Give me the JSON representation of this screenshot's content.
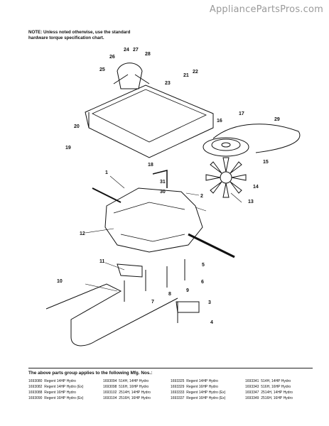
{
  "watermark": "AppliancePartsPros.com",
  "note": "NOTE: Unless noted otherwise, use the standard hardware torque specification chart.",
  "callouts": [
    "1",
    "2",
    "3",
    "4",
    "5",
    "6",
    "7",
    "8",
    "9",
    "10",
    "11",
    "12",
    "13",
    "14",
    "15",
    "16",
    "17",
    "18",
    "19",
    "20",
    "21",
    "22",
    "23",
    "24",
    "25",
    "26",
    "27",
    "28",
    "29",
    "30",
    "31"
  ],
  "applies_title": "The above parts group applies to the following Mfg. Nos.:",
  "models": [
    [
      [
        "1693080",
        "Regent 14HP Hydro"
      ],
      [
        "1693082",
        "Regent 14HP Hydro (Ex)"
      ],
      [
        "1693088",
        "Regent 16HP Hydro"
      ],
      [
        "1693090",
        "Regent 16HP Hydro (Ex)"
      ]
    ],
    [
      [
        "1693094",
        "514H, 14HP Hydro"
      ],
      [
        "1693098",
        "516H, 16HP Hydro"
      ],
      [
        "1693102",
        "2514H, 14HP Hydro"
      ],
      [
        "1693104",
        "2516H, 16HP Hydro"
      ]
    ],
    [
      [
        "1693325",
        "Regent 14HP Hydro"
      ],
      [
        "1693329",
        "Regent 16HP Hydro"
      ],
      [
        "1693333",
        "Regent 14HP Hydro (Ex)"
      ],
      [
        "1693337",
        "Regent 16HP Hydro (Ex)"
      ]
    ],
    [
      [
        "1693341",
        "514H, 14HP Hydro"
      ],
      [
        "1693343",
        "516H, 16HP Hydro"
      ],
      [
        "1693347",
        "2514H, 14HP Hydro"
      ],
      [
        "1693349",
        "2516H, 16HP Hydro"
      ]
    ]
  ]
}
